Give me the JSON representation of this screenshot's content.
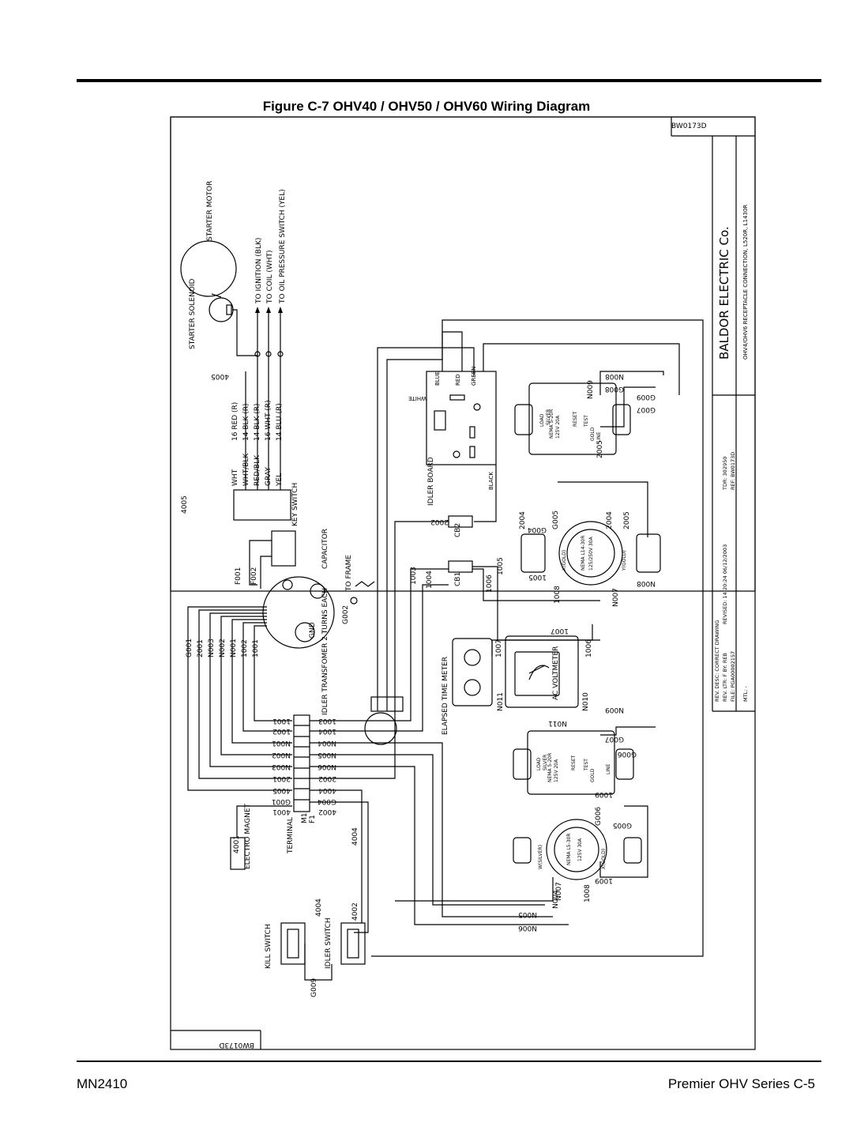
{
  "header": {
    "figure_title": "Figure C-7  OHV40 / OHV50 / OHV60 Wiring Diagram"
  },
  "drawing": {
    "number_top": "BW0173D",
    "number_bottom": "BW0173D",
    "company": "BALDOR ELECTRIC Co.",
    "sheet_title": "OHV4/OHV6 RECEPTACLE CONNECTION, L520R, L1430R",
    "title_block": {
      "rev_desc": "REV. DESC: CORRECT DRAWING",
      "rev_by": "REV. LTR:  F   BY:  REB",
      "revised": "REVISED: 14:20:24  06/12/2003",
      "tdr": "TDR: 302950",
      "file": "FILE: PGA00002157",
      "ref": "REF: BW0173D",
      "mtl": "MTL: -"
    },
    "components": {
      "starter_motor": "STARTER MOTOR",
      "starter_solenoid": "STARTER SOLENOID",
      "to_ignition": "TO IGNITION (BLK)",
      "to_coil": "TO COIL (WHT)",
      "to_oil": "TO OIL PRESSURE SWITCH (YEL)",
      "key_switch": "KEY SWITCH",
      "capacitor": "CAPACITOR",
      "to_frame": "TO FRAME",
      "gnd": "GND",
      "idler_transformer": "IDLER TRANSFOMER 2 TURNS EACH",
      "idler_board": "IDLER BOARD",
      "elapsed_time": "ELAPSED TIME METER",
      "ac_voltmeter": "AC VOLTMETER",
      "terminal": "TERMINAL",
      "electro_magnet": "ELECTRO MAGNET",
      "kill_switch": "KILL SWITCH",
      "idler_switch": "IDLER SWITCH",
      "cb1": "CB1",
      "cb2": "CB2",
      "m1": "M1",
      "f1": "F1",
      "blue": "BLUE",
      "red": "RED",
      "green": "GREEN",
      "white": "WHITE",
      "black": "BLACK"
    },
    "wire_table": {
      "colors": [
        "WHT",
        "WHT/BLK",
        "RED/BLK",
        "GRAY",
        "YEL"
      ],
      "wires": [
        "16 RED (R)",
        "14 BLK (R)",
        "14 BLK (R)",
        "16 WHT (R)",
        "14 BLU (R)"
      ]
    },
    "wire_ids": {
      "w4005": "4005",
      "w4001": "4001",
      "w4004": "4004",
      "w4002": "4002",
      "g009": "G009",
      "g002": "G002",
      "f001": "F001",
      "f002": "F002",
      "stator_leads": [
        "G001",
        "2001",
        "N003",
        "N002",
        "N001",
        "1002",
        "1001"
      ],
      "terminal_left": [
        "1001",
        "1002",
        "N001",
        "N002",
        "N003",
        "2001",
        "4005",
        "G001",
        "4001"
      ],
      "terminal_right": [
        "1003",
        "1004",
        "N004",
        "N005",
        "N006",
        "2002",
        "4004",
        "G004",
        "4002"
      ],
      "w1003": "1003",
      "w1004": "1004",
      "w1005": "1005",
      "w1006": "1006",
      "w1007": "1007",
      "w1008": "1008",
      "w1009": "1009",
      "w2002": "2002",
      "w2004": "2004",
      "w2005": "2005",
      "g004": "G004",
      "g005": "G005",
      "g006": "G006",
      "g007": "G007",
      "g008": "G008",
      "n004": "N004",
      "n005": "N005",
      "n006": "N006",
      "n007": "N007",
      "n008": "N008",
      "n009": "N009",
      "n010": "N010",
      "n011": "N011"
    },
    "receptacles": {
      "r1_nema": "NEMA 5-20R",
      "r1_rating": "125V 20A",
      "r2_nema": "NEMA L14-30R",
      "r2_rating": "125/250V 30A",
      "r3_nema": "NEMA 5-20R",
      "r3_rating": "125V 20A",
      "r4_nema": "NEMA L5-30R",
      "r4_rating": "125V 30A",
      "load": "LOAD",
      "line": "LINE",
      "reset": "RESET",
      "test": "TEST",
      "silver": "SILVER",
      "gold": "GOLD",
      "w_silver": "W(SILVER)",
      "x_gold": "X(GOLD)",
      "y_gold": "Y(GOLD)"
    }
  },
  "footer": {
    "left": "MN2410",
    "right": "Premier OHV Series C-5"
  }
}
